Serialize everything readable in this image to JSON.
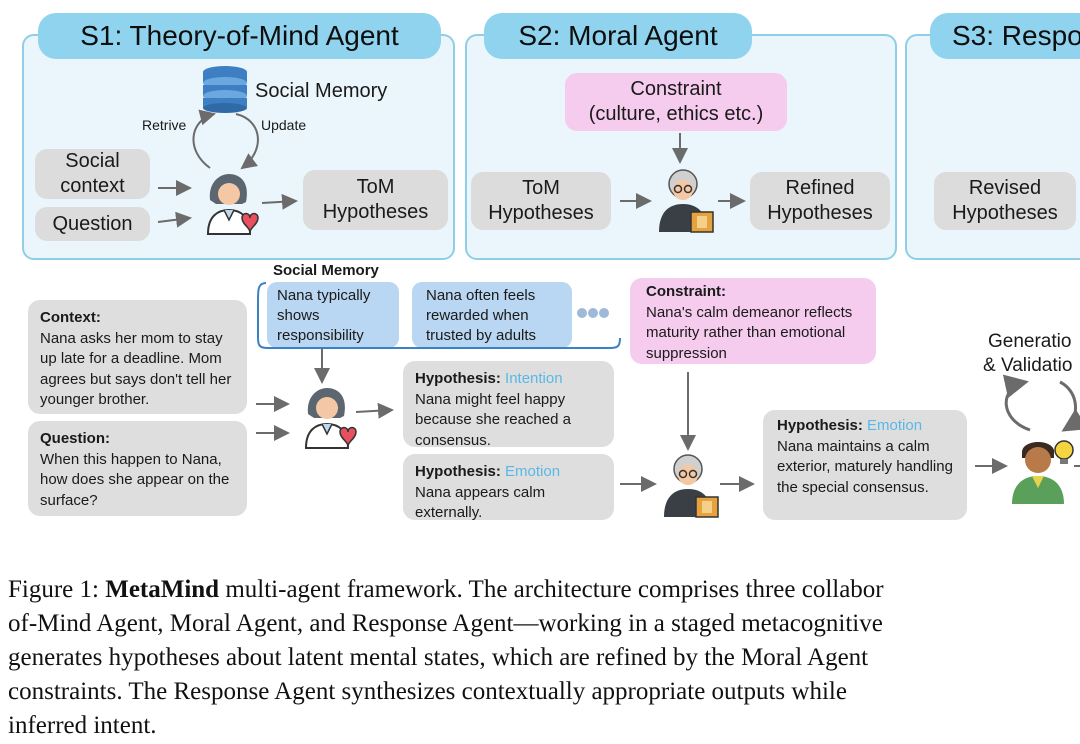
{
  "stages": {
    "s1": {
      "title": "S1: Theory-of-Mind Agent",
      "memory_label": "Social Memory",
      "retrieve_label": "Retrive",
      "update_label": "Update",
      "input_context": "Social context",
      "input_question": "Question",
      "output": "ToM Hypotheses"
    },
    "s2": {
      "title": "S2: Moral Agent",
      "constraint_line1": "Constraint",
      "constraint_line2": "(culture, ethics etc.)",
      "input": "ToM Hypotheses",
      "output": "Refined Hypotheses"
    },
    "s3": {
      "title": "S3: Respo",
      "input": "Revised Hypotheses"
    }
  },
  "example": {
    "context_label": "Context",
    "context_text": "Nana asks her mom to stay up late for a deadline. Mom agrees but says don't tell her younger brother.",
    "question_label": "Question",
    "question_text": "When this happen to Nana, how does she appear on the surface?",
    "social_memory_title": "Social Memory",
    "memory_1": "Nana typically shows responsibility",
    "memory_2": "Nana often feels rewarded when trusted by adults",
    "hypothesis_label": "Hypothesis",
    "hyp1_type": "Intention",
    "hyp1_text": "Nana might feel happy because she reached a consensus.",
    "hyp2_type": "Emotion",
    "hyp2_text": "Nana appears calm externally.",
    "constraint_label": "Constraint",
    "constraint_text": "Nana's calm demeanor reflects maturity rather than emotional suppression",
    "hyp3_type": "Emotion",
    "hyp3_text": "Nana maintains a calm exterior, maturely handling the special consensus.",
    "generation_line1": "Generatio",
    "generation_line2": "& Validatio"
  },
  "caption": {
    "line1_pre": "Figure 1: ",
    "line1_bold": "MetaMind",
    "line1_post": " multi-agent framework. The architecture comprises three collabor",
    "line2": "of-Mind Agent, Moral Agent, and Response Agent—working in a staged metacognitive",
    "line3": "generates hypotheses about latent mental states, which are refined by the Moral Agent",
    "line4": "constraints.  The Response Agent synthesizes contextually appropriate outputs while",
    "line5": "inferred intent."
  },
  "colors": {
    "panel_fill": "#eaf6fb",
    "panel_border": "#8ecfe6",
    "tag_fill": "#8fd3ee",
    "grey_box": "#dcdcdc",
    "pink_box": "#f5cbee",
    "blue_box": "#b9d7f2",
    "highlight": "#5ab8e6"
  },
  "icons": [
    "database-icon",
    "tom-agent-icon",
    "moral-agent-icon",
    "response-agent-icon",
    "cycle-arrows-icon",
    "ellipsis-icon"
  ]
}
